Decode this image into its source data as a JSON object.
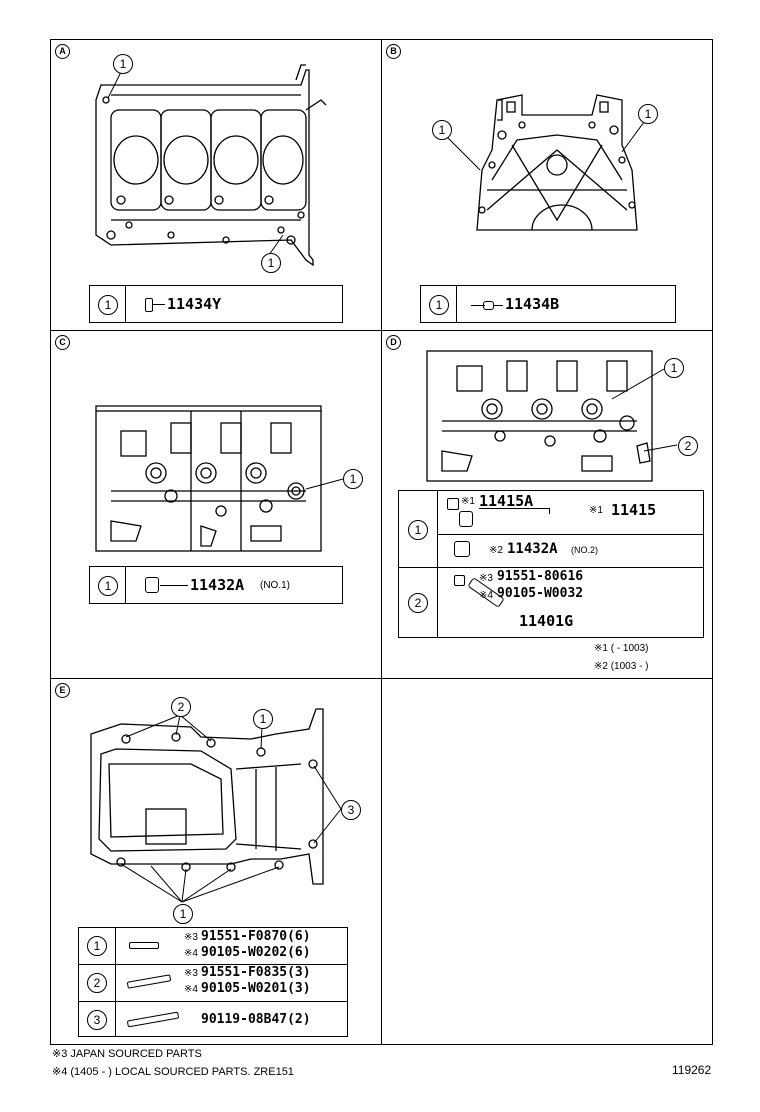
{
  "panels": {
    "a": {
      "label": "A",
      "callouts": [
        "1",
        "1"
      ],
      "legend": {
        "num": "1",
        "part": "11434Y"
      }
    },
    "b": {
      "label": "B",
      "callouts": [
        "1",
        "1"
      ],
      "legend": {
        "num": "1",
        "part": "11434B"
      }
    },
    "c": {
      "label": "C",
      "callouts": [
        "1"
      ],
      "legend": {
        "num": "1",
        "part": "11432A",
        "note": "(NO.1)"
      }
    },
    "d": {
      "label": "D",
      "callouts": [
        "1",
        "2"
      ],
      "legend": {
        "row1": {
          "num": "1",
          "mark1": "※1",
          "part1": "11415A",
          "mark2": "※1",
          "part2": "11415",
          "mark3": "※2",
          "part3": "11432A",
          "note3": "(NO.2)"
        },
        "row2": {
          "num": "2",
          "mark1": "※3",
          "part1": "91551-80616",
          "mark2": "※4",
          "part2": "90105-W0032",
          "part3": "11401G"
        }
      },
      "footnote1": "※1 (          - 1003)",
      "footnote2": "※2 (1003 -          )"
    },
    "e": {
      "label": "E",
      "callouts": [
        "2",
        "1",
        "3",
        "1"
      ],
      "legend": {
        "row1": {
          "num": "1",
          "mark1": "※3",
          "part1": "91551-F0870(6)",
          "mark2": "※4",
          "part2": "90105-W0202(6)"
        },
        "row2": {
          "num": "2",
          "mark1": "※3",
          "part1": "91551-F0835(3)",
          "mark2": "※4",
          "part2": "90105-W0201(3)"
        },
        "row3": {
          "num": "3",
          "part1": "90119-08B47(2)"
        }
      }
    }
  },
  "footer": {
    "note1": "※3 JAPAN SOURCED PARTS",
    "note2": "※4 (1405 -          ) LOCAL SOURCED PARTS. ZRE151",
    "code": "119262"
  }
}
